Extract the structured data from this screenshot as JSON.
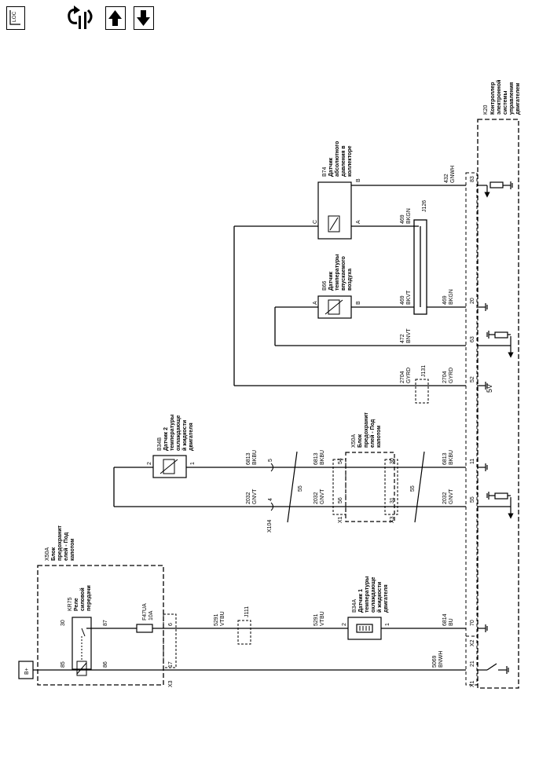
{
  "toolbar": {
    "location_icon_label": "LOC",
    "nav_icons": [
      "wire-harness-navigation-icon",
      "arrow-up-icon",
      "arrow-down-icon"
    ]
  },
  "battery": {
    "label": "B+"
  },
  "fuse_block": {
    "ref": "X50A",
    "desc": [
      "Блок",
      "предохранит",
      "елей - Под",
      "капотом"
    ],
    "relay_ref": "KR75",
    "relay_desc": [
      "Реле",
      "силовой",
      "передачи"
    ],
    "relay_pins": [
      "30",
      "85",
      "87",
      "86"
    ],
    "fuse_ref": "F47UA",
    "fuse_rating": "10A",
    "conn_x3": "X3",
    "conn_x3_pins": [
      "6",
      "17"
    ]
  },
  "ecm": {
    "ref": "K20",
    "desc": [
      "Контроллер",
      "электронной",
      "системы",
      "управления",
      "двигателем"
    ],
    "pins": [
      "83",
      "20",
      "63",
      "52",
      "11",
      "55",
      "70",
      "21"
    ],
    "connectors": [
      "X2",
      "X1"
    ],
    "ref_voltage": "5V"
  },
  "sensors": {
    "b74": {
      "ref": "B74",
      "desc": [
        "Датчик",
        "абсолютного",
        "давления в",
        "коллекторе"
      ],
      "pins": [
        "C",
        "A",
        "B"
      ]
    },
    "b66": {
      "ref": "B66",
      "desc": [
        "Датчик",
        "температуры",
        "впускаемого",
        "воздуха"
      ],
      "pins": [
        "A",
        "B"
      ]
    },
    "b34b": {
      "ref": "B34B",
      "desc": [
        "Датчик 2",
        "температуры",
        "охлаждающе",
        "й жидкости",
        "двигателя"
      ],
      "pins": [
        "2",
        "1"
      ]
    },
    "b34a": {
      "ref": "B34A",
      "desc": [
        "Датчик 1",
        "температуры",
        "охлаждающе",
        "й жидкости",
        "двигателя"
      ],
      "pins": [
        "2",
        "1"
      ]
    }
  },
  "junctions": {
    "j126": "J126",
    "j131": "J131",
    "j111": "J111"
  },
  "inline_block": {
    "ref": "X50A",
    "desc": [
      "Блок",
      "предохранит",
      "елей - Под",
      "капотом"
    ],
    "conn_x1": "X1",
    "conn_x3": "X3",
    "pins": [
      "54",
      "56",
      "30",
      "31"
    ]
  },
  "connector_x104": {
    "ref": "X104",
    "pins": [
      "5",
      "4"
    ]
  },
  "wires": [
    {
      "circuit": "432",
      "color": "GNWH"
    },
    {
      "circuit": "469",
      "color": "BKGN"
    },
    {
      "circuit": "469",
      "color": "BKVT"
    },
    {
      "circuit": "469",
      "color": "BKGN"
    },
    {
      "circuit": "472",
      "color": "BNVT"
    },
    {
      "circuit": "2704",
      "color": "GYRD"
    },
    {
      "circuit": "2704",
      "color": "GYRD"
    },
    {
      "circuit": "6813",
      "color": "BKBU"
    },
    {
      "circuit": "6813",
      "color": "BKBU"
    },
    {
      "circuit": "6813",
      "color": "BKBU"
    },
    {
      "circuit": "2032",
      "color": "GNVT"
    },
    {
      "circuit": "2032",
      "color": "GNVT"
    },
    {
      "circuit": "2032",
      "color": "GNVT"
    },
    {
      "circuit": "5291",
      "color": "VTBU"
    },
    {
      "circuit": "5291",
      "color": "VTBU"
    },
    {
      "circuit": "6814",
      "color": "BU"
    },
    {
      "circuit": "5069",
      "color": "BNWH"
    }
  ],
  "twisted_pair_marks": [
    "55",
    "55"
  ]
}
